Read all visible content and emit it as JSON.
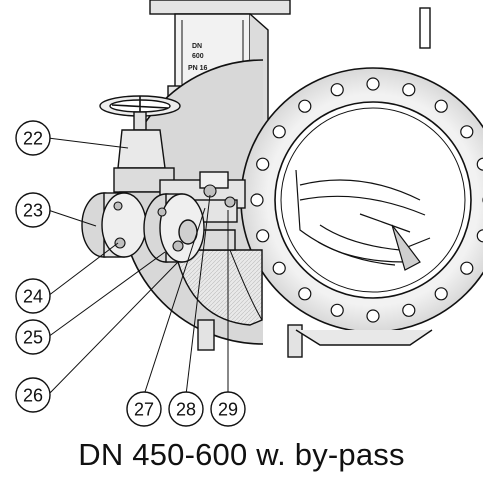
{
  "caption": "DN 450-600 w. by-pass",
  "body_marking": {
    "line1": "DN",
    "line2": "600",
    "line3": "PN 16"
  },
  "callouts": [
    {
      "id": "c22",
      "label": "22"
    },
    {
      "id": "c23",
      "label": "23"
    },
    {
      "id": "c24",
      "label": "24"
    },
    {
      "id": "c25",
      "label": "25"
    },
    {
      "id": "c26",
      "label": "26"
    },
    {
      "id": "c27",
      "label": "27"
    },
    {
      "id": "c28",
      "label": "28"
    },
    {
      "id": "c29",
      "label": "29"
    }
  ]
}
